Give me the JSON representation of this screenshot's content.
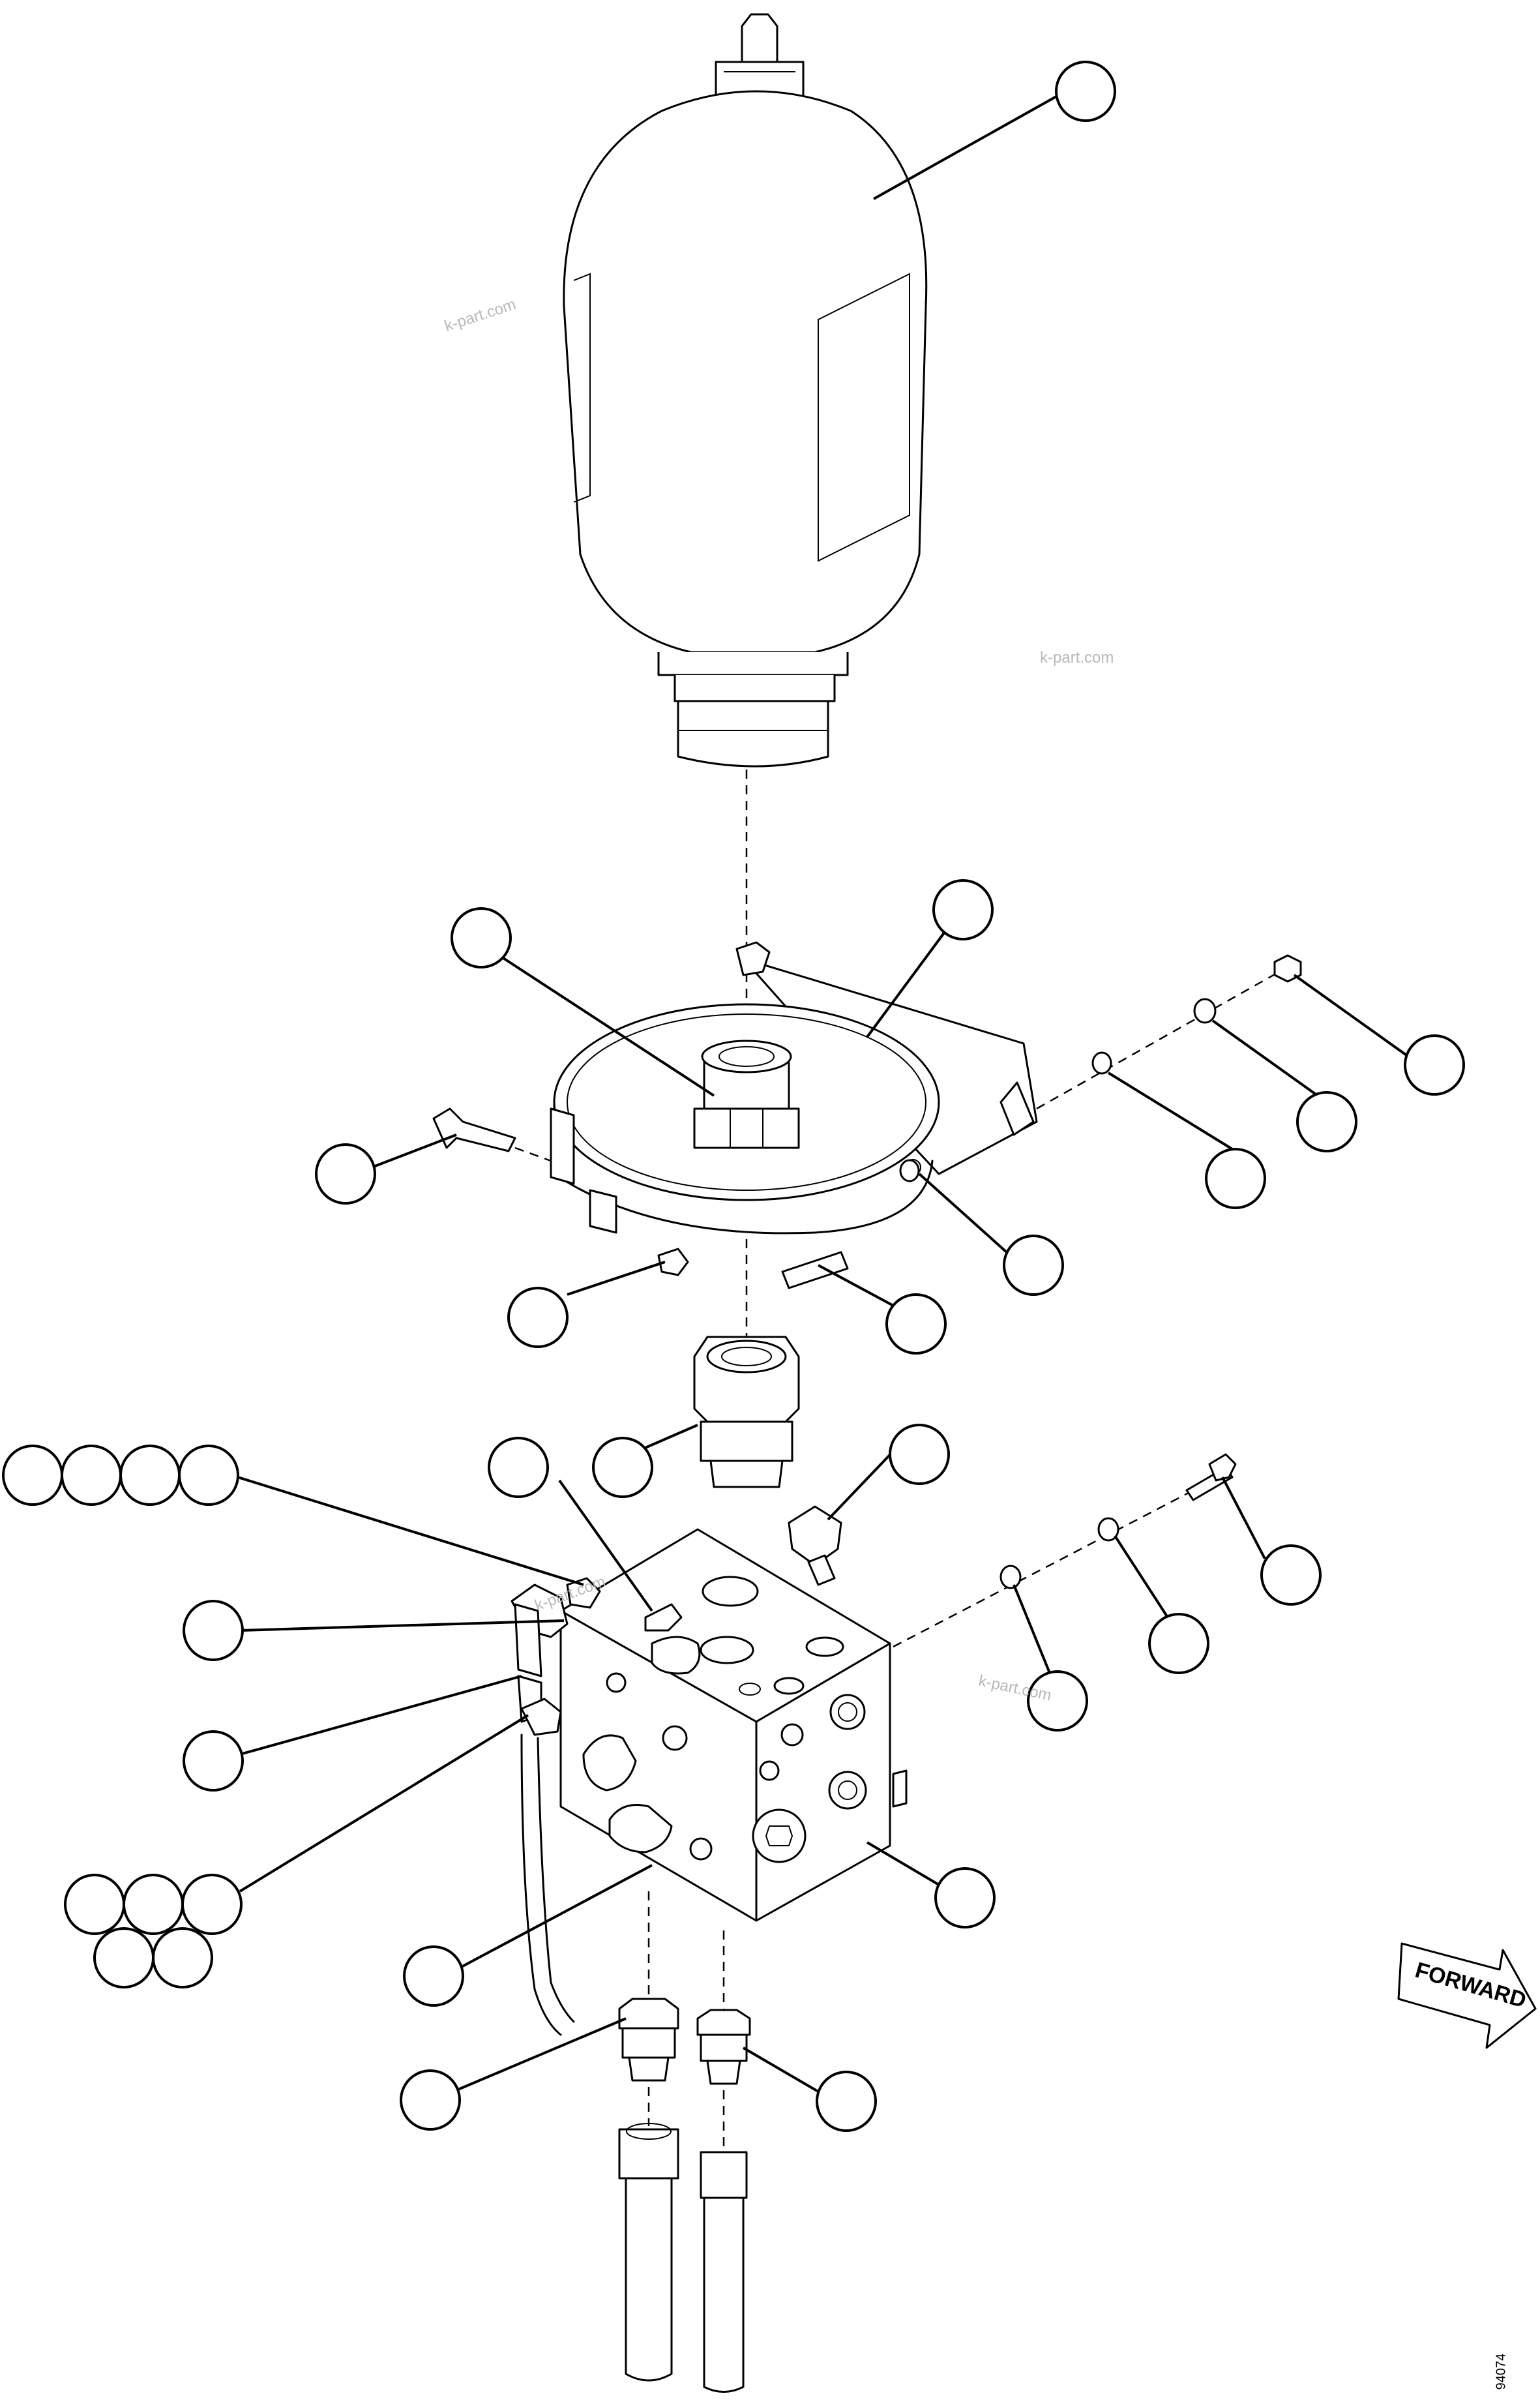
{
  "watermarks": [
    "k-part.com",
    "k-part.com",
    "k-part.com",
    "k-part.com"
  ],
  "direction_arrow": {
    "label": "FORWARD"
  },
  "drawing_code": "94074",
  "callouts": [
    {
      "id": "accumulator"
    },
    {
      "id": "clamp-band"
    },
    {
      "id": "adapter-fitting"
    },
    {
      "id": "bolt-left"
    },
    {
      "id": "nut-right"
    },
    {
      "id": "lockwasher-right"
    },
    {
      "id": "washer-right"
    },
    {
      "id": "washer-clamp"
    },
    {
      "id": "bolt-clamp-lower"
    },
    {
      "id": "nut-clamp-lower"
    },
    {
      "id": "swivel-nut"
    },
    {
      "id": "elbow-top"
    },
    {
      "id": "plug-top"
    },
    {
      "id": "bolt-block"
    },
    {
      "id": "washer-block-1"
    },
    {
      "id": "washer-block-2"
    },
    {
      "id": "manifold-block"
    },
    {
      "id": "tee-fitting"
    },
    {
      "id": "hose-left"
    },
    {
      "id": "fitting-left"
    },
    {
      "id": "elbow-bottom"
    },
    {
      "id": "connector-bottom-left"
    },
    {
      "id": "connector-bottom-right"
    },
    {
      "id": "group-a-1"
    },
    {
      "id": "group-a-2"
    },
    {
      "id": "group-a-3"
    },
    {
      "id": "group-a-4"
    },
    {
      "id": "group-b-1"
    },
    {
      "id": "group-b-2"
    },
    {
      "id": "group-b-3"
    },
    {
      "id": "group-b-4"
    },
    {
      "id": "group-b-5"
    }
  ]
}
